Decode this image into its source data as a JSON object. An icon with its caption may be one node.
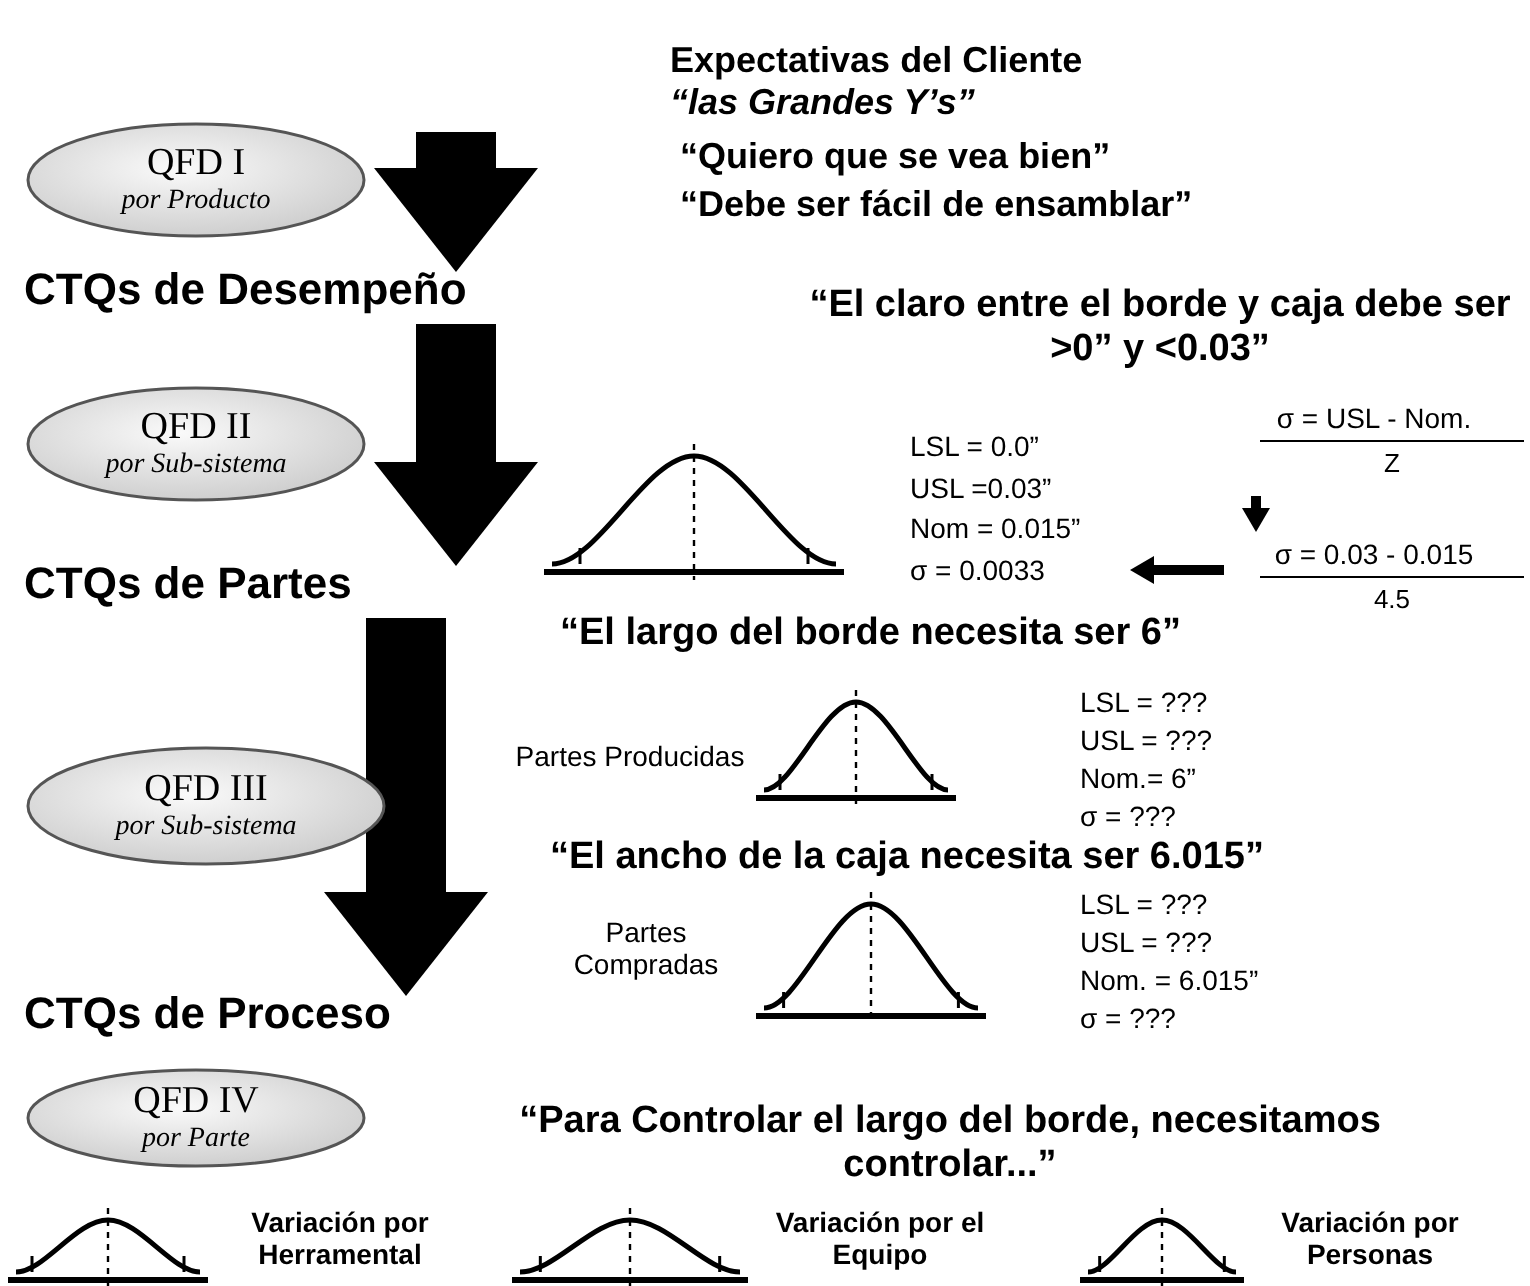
{
  "diagram": {
    "nodes": [
      {
        "text": [
          "Expectativas del Cliente",
          "“las Grandes Y’s”"
        ]
      },
      {
        "text": [
          "QFD I",
          "por Producto"
        ]
      },
      {
        "text": [
          "CTQs de Desempeño"
        ]
      },
      {
        "text": [
          "QFD II",
          "por Sub-sistema"
        ]
      },
      {
        "text": [
          "CTQs de Partes"
        ]
      },
      {
        "text": [
          "QFD III",
          "por Sub-sistema"
        ]
      },
      {
        "text": [
          "CTQs de Proceso"
        ]
      },
      {
        "text": [
          "QFD IV",
          "por Parte"
        ]
      },
      {
        "text": [
          "LSL = 0.0”",
          "USL =0.03”",
          "Nom = 0.015”",
          "σ = 0.0033"
        ]
      },
      {
        "text": [
          "σ = USL - Nom.",
          "Z"
        ]
      },
      {
        "text": [
          "σ = 0.03 - 0.015",
          "4.5"
        ]
      }
    ],
    "edges": [
      {
        "from": null,
        "to": 2,
        "arrow": "to"
      },
      {
        "from": 2,
        "to": 4,
        "arrow": "to"
      },
      {
        "from": 4,
        "to": 6,
        "arrow": "to"
      },
      {
        "from": 9,
        "to": 10,
        "arrow": "to"
      },
      {
        "from": 10,
        "to": 8,
        "arrow": "to"
      }
    ],
    "labels": [
      "“Quiero que se vea bien”",
      "“Debe ser fácil de ensamblar”",
      "“El claro entre el borde y caja debe ser >0” y <0.03”",
      "“El largo del borde necesita ser 6”",
      "Partes Producidas",
      "LSL = ???",
      "USL = ???",
      "Nom.= 6”",
      "σ = ???",
      "“El ancho de la caja necesita ser 6.015”",
      "Partes Compradas",
      "LSL = ???",
      "USL = ???",
      "Nom. = 6.015”",
      "σ = ???",
      "“Para Controlar el largo del borde, necesitamos controlar...”",
      "Variación por Herramental",
      "Variación por el Equipo",
      "Variación por Personas"
    ]
  }
}
